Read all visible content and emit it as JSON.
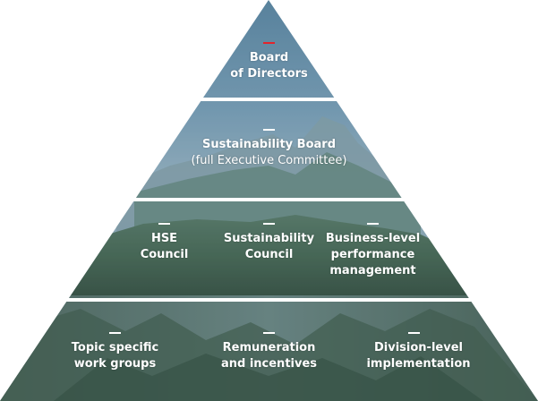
{
  "colors": {
    "accent": "#e3242b",
    "text": "#ffffff"
  },
  "tiers": [
    {
      "name": "top",
      "lines": [
        {
          "text": "Board\nof Directors"
        }
      ]
    },
    {
      "name": "second",
      "lines": [
        {
          "text": "Sustainability Board"
        },
        {
          "text": "(full Executive Committee)"
        }
      ]
    },
    {
      "name": "third",
      "items": [
        {
          "text": "HSE\nCouncil"
        },
        {
          "text": "Sustainability\nCouncil"
        },
        {
          "text": "Business-level\nperformance\nmanagement"
        }
      ]
    },
    {
      "name": "bottom",
      "items": [
        {
          "text": "Topic specific\nwork groups"
        },
        {
          "text": "Remuneration\nand incentives"
        },
        {
          "text": "Division-level\nimplementation"
        }
      ]
    }
  ]
}
